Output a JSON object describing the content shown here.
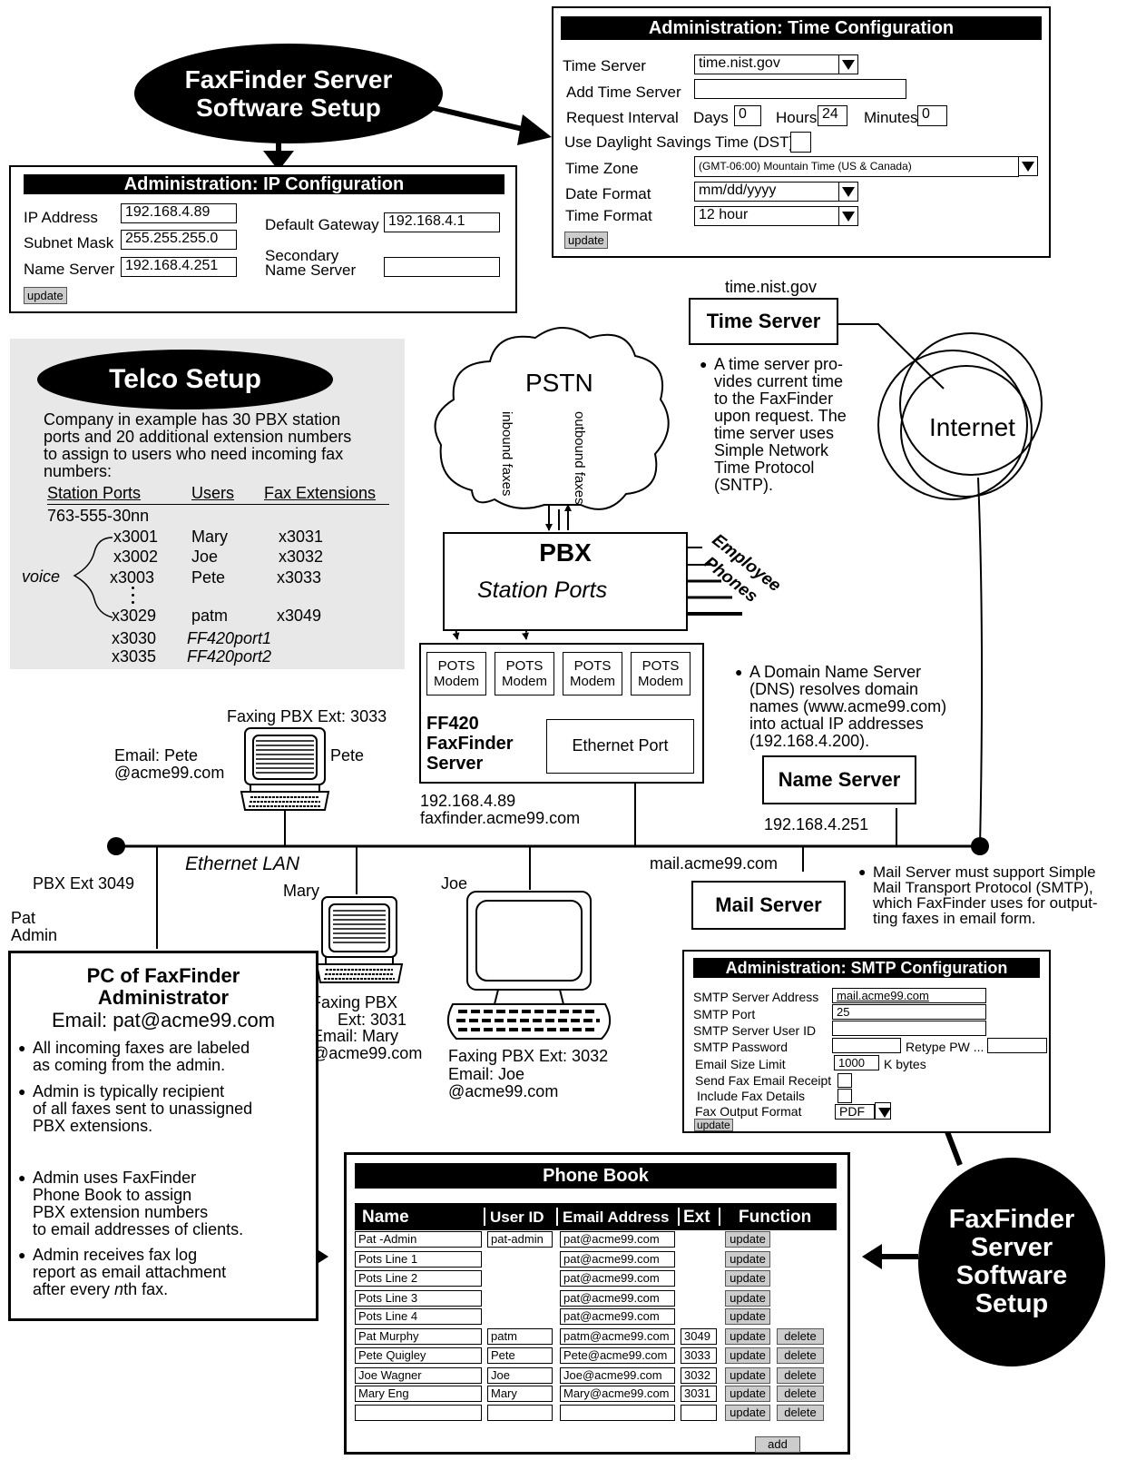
{
  "top_ellipse": {
    "line1": "FaxFinder Server",
    "line2": "Software Setup"
  },
  "time_config": {
    "title": "Administration: Time Configuration",
    "time_server_label": "Time Server",
    "time_server_value": "time.nist.gov",
    "add_time_server_label": "Add Time Server",
    "add_time_server_value": "",
    "request_interval_label": "Request Interval",
    "days_label": "Days",
    "days_value": "0",
    "hours_label": "Hours",
    "hours_value": "24",
    "minutes_label": "Minutes",
    "minutes_value": "0",
    "dst_label": "Use Daylight Savings Time (DST)",
    "time_zone_label": "Time Zone",
    "time_zone_value": "(GMT-06:00) Mountain Time (US & Canada)",
    "date_format_label": "Date Format",
    "date_format_value": "mm/dd/yyyy",
    "time_format_label": "Time Format",
    "time_format_value": "12 hour",
    "update": "update"
  },
  "ip_config": {
    "title": "Administration: IP Configuration",
    "ip_label": "IP Address",
    "ip_value": "192.168.4.89",
    "subnet_label": "Subnet Mask",
    "subnet_value": "255.255.255.0",
    "ns_label": "Name Server",
    "ns_value": "192.168.4.251",
    "gw_label": "Default Gateway",
    "gw_value": "192.168.4.1",
    "sns_label1": "Secondary",
    "sns_label2": "Name Server",
    "sns_value": "",
    "update": "update"
  },
  "telco": {
    "title": "Telco Setup",
    "desc": [
      "Company in example has 30 PBX station",
      "ports and 20 additional extension numbers",
      "to assign to users who need incoming fax",
      "numbers:"
    ],
    "col_station": "Station Ports",
    "col_users": "Users",
    "col_fax": "Fax Extensions",
    "prefix": "763-555-30nn",
    "voice": "voice",
    "rows": [
      {
        "port": "x3001",
        "user": "Mary",
        "fax": "x3031"
      },
      {
        "port": "x3002",
        "user": "Joe",
        "fax": "x3032"
      },
      {
        "port": "x3003",
        "user": "Pete",
        "fax": "x3033"
      },
      {
        "port": "x3029",
        "user": "patm",
        "fax": "x3049"
      },
      {
        "port": "x3030",
        "user": "FF420port1",
        "fax": ""
      },
      {
        "port": "x3035",
        "user": "FF420port2",
        "fax": ""
      }
    ]
  },
  "time_server": {
    "hostname": "time.nist.gov",
    "label": "Time Server",
    "bullet": [
      "A time server pro-",
      "vides current time",
      "to the FaxFinder",
      "upon request. The",
      "time server uses",
      "Simple Network",
      "Time Protocol",
      "(SNTP)."
    ]
  },
  "internet": "Internet",
  "pstn": {
    "label": "PSTN",
    "inbound": "inbound faxes",
    "outbound": "outbound faxes"
  },
  "pbx": {
    "title": "PBX",
    "sub": "Station Ports",
    "phones1": "Employee",
    "phones2": "Phones"
  },
  "ff420": {
    "modem1": "POTS",
    "modem2": "Modem",
    "name": [
      "FF420",
      "FaxFinder",
      "Server"
    ],
    "ethernet": "Ethernet Port",
    "ip": "192.168.4.89",
    "host": "faxfinder.acme99.com"
  },
  "dns": {
    "bullet": [
      "A Domain Name Server",
      "(DNS) resolves domain",
      "names (www.acme99.com)",
      "into actual IP addresses",
      "(192.168.4.200)."
    ],
    "label": "Name Server",
    "ip": "192.168.4.251"
  },
  "pete": {
    "faxing": "Faxing PBX Ext: 3033",
    "email1": "Email: Pete",
    "email2": "@acme99.com",
    "name": "Pete"
  },
  "lan": {
    "label": "Ethernet LAN",
    "pbx_ext": "PBX Ext 3049",
    "mail_host": "mail.acme99.com"
  },
  "mary": {
    "name": "Mary",
    "faxing1": "Faxing PBX",
    "faxing2": "Ext: 3031",
    "email1": "Email: Mary",
    "email2": "@acme99.com"
  },
  "joe": {
    "name": "Joe",
    "faxing": "Faxing PBX Ext: 3032",
    "email1": "Email: Joe",
    "email2": "@acme99.com"
  },
  "mail_server": {
    "label": "Mail Server",
    "bullet": [
      "Mail Server must support Simple",
      "Mail Transport Protocol (SMTP),",
      "which FaxFinder uses for output-",
      "ting faxes in email form."
    ]
  },
  "pat": {
    "line1": "Pat",
    "line2": "Admin"
  },
  "admin_pc": {
    "title1": "PC of FaxFinder",
    "title2": "Administrator",
    "email": "Email: pat@acme99.com",
    "b1": [
      "All incoming faxes are labeled",
      "as coming from the admin."
    ],
    "b2": [
      "Admin is typically recipient",
      "of all faxes sent to unassigned",
      "PBX extensions."
    ],
    "b3": [
      "Admin uses FaxFinder",
      "Phone Book to assign",
      "PBX extension numbers",
      "to email addresses of clients."
    ],
    "b4": [
      "Admin receives fax log",
      "report as email attachment",
      "after every ",
      "nth fax."
    ]
  },
  "smtp": {
    "title": "Administration: SMTP Configuration",
    "addr_label": "SMTP Server  Address",
    "addr_value": "mail.acme99.com",
    "port_label": "SMTP Port",
    "port_value": "25",
    "user_label": "SMTP Server  User ID",
    "user_value": "",
    "pw_label": "SMTP Password",
    "retype_label": "Retype PW ...",
    "size_label": "Email Size Limit",
    "size_value": "1000",
    "size_unit": "K bytes",
    "receipt_label": "Send Fax Email Receipt",
    "details_label": "Include Fax Details",
    "format_label": "Fax Output Format",
    "format_value": "PDF",
    "update": "update"
  },
  "bottom_ellipse": [
    "FaxFinder",
    "Server",
    "Software",
    "Setup"
  ],
  "phonebook": {
    "title": "Phone Book",
    "headers": [
      "Name",
      "User ID",
      "Email Address",
      "Ext",
      "Function"
    ],
    "rows": [
      {
        "name": "Pat -Admin",
        "uid": "pat-admin",
        "email": "pat@acme99.com",
        "ext": "",
        "del": false
      },
      {
        "name": "Pots Line 1",
        "uid": "",
        "email": "pat@acme99.com",
        "ext": "",
        "del": false
      },
      {
        "name": "Pots Line 2",
        "uid": "",
        "email": "pat@acme99.com",
        "ext": "",
        "del": false
      },
      {
        "name": "Pots Line 3",
        "uid": "",
        "email": "pat@acme99.com",
        "ext": "",
        "del": false
      },
      {
        "name": "Pots Line 4",
        "uid": "",
        "email": "pat@acme99.com",
        "ext": "",
        "del": false
      },
      {
        "name": "Pat Murphy",
        "uid": "patm",
        "email": "patm@acme99.com",
        "ext": "3049",
        "del": true
      },
      {
        "name": "Pete Quigley",
        "uid": "Pete",
        "email": "Pete@acme99.com",
        "ext": "3033",
        "del": true
      },
      {
        "name": "Joe Wagner",
        "uid": "Joe",
        "email": "Joe@acme99.com",
        "ext": "3032",
        "del": true
      },
      {
        "name": "Mary Eng",
        "uid": "Mary",
        "email": "Mary@acme99.com",
        "ext": "3031",
        "del": true
      },
      {
        "name": "",
        "uid": "",
        "email": "",
        "ext": "",
        "del": true
      }
    ],
    "update": "update",
    "delete": "delete",
    "add": "add"
  }
}
